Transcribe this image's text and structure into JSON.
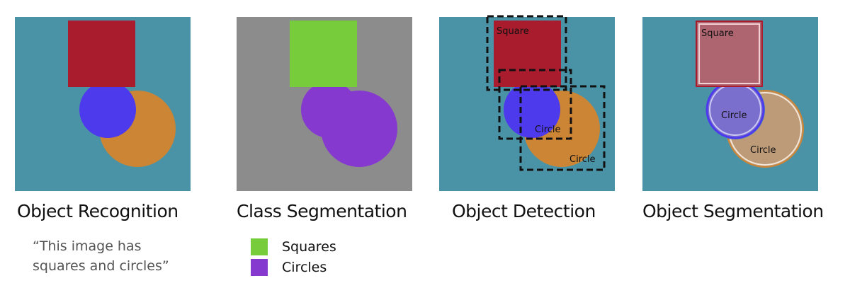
{
  "colors": {
    "background": "#4a93a6",
    "gray_background": "#8c8c8c",
    "square": "#a91c2e",
    "blue_circle": "#4e3aed",
    "orange_circle": "#cc8535",
    "class_square": "#76cc3a",
    "class_circle": "#8539cf"
  },
  "panels": [
    {
      "title": "Object Recognition",
      "caption_lines": [
        "“This image has",
        "squares and circles”"
      ]
    },
    {
      "title": "Class Segmentation",
      "legend": [
        {
          "label": "Squares",
          "color": "#76cc3a"
        },
        {
          "label": "Circles",
          "color": "#8539cf"
        }
      ]
    },
    {
      "title": "Object Detection",
      "labels": [
        "Square",
        "Circle",
        "Circle"
      ]
    },
    {
      "title": "Object Segmentation",
      "labels": [
        "Square",
        "Circle",
        "Circle"
      ]
    }
  ]
}
